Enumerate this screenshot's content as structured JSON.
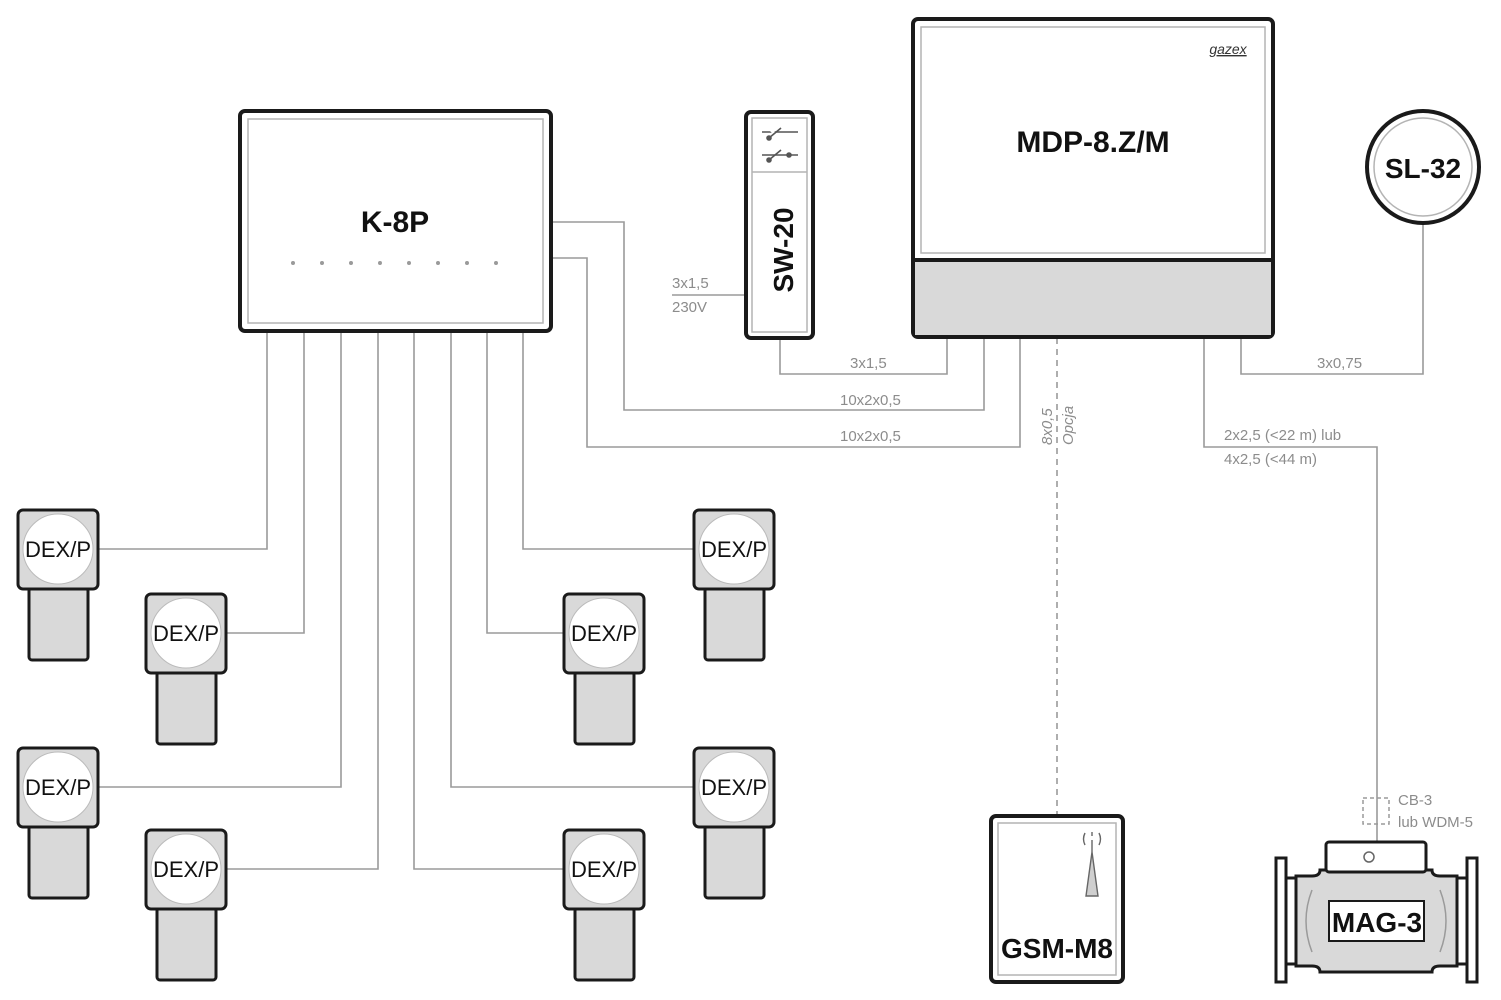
{
  "devices": {
    "controller": "K-8P",
    "switch": "SW-20",
    "panel": "MDP-8.Z/M",
    "panel_brand": "gazex",
    "siren": "SL-32",
    "gsm": "GSM-M8",
    "valve": "MAG-3"
  },
  "detectors": [
    "DEX/P",
    "DEX/P",
    "DEX/P",
    "DEX/P",
    "DEX/P",
    "DEX/P",
    "DEX/P",
    "DEX/P"
  ],
  "cables": {
    "power_cable": "3x1,5",
    "power_voltage": "230V",
    "switch_to_panel": "3x1,5",
    "bus_1": "10x2x0,5",
    "bus_2": "10x2x0,5",
    "siren_cable": "3x0,75",
    "gsm_cable": "8x0,5",
    "gsm_option": "Opcja",
    "valve_cable_1": "2x2,5 (<22 m) lub",
    "valve_cable_2": "4x2,5 (<44 m)",
    "junction_1": "CB-3",
    "junction_2": "lub WDM-5"
  },
  "colors": {
    "outline": "#1a1a1a",
    "wire": "#9a9a9a",
    "fill_grey": "#d9d9d9"
  }
}
